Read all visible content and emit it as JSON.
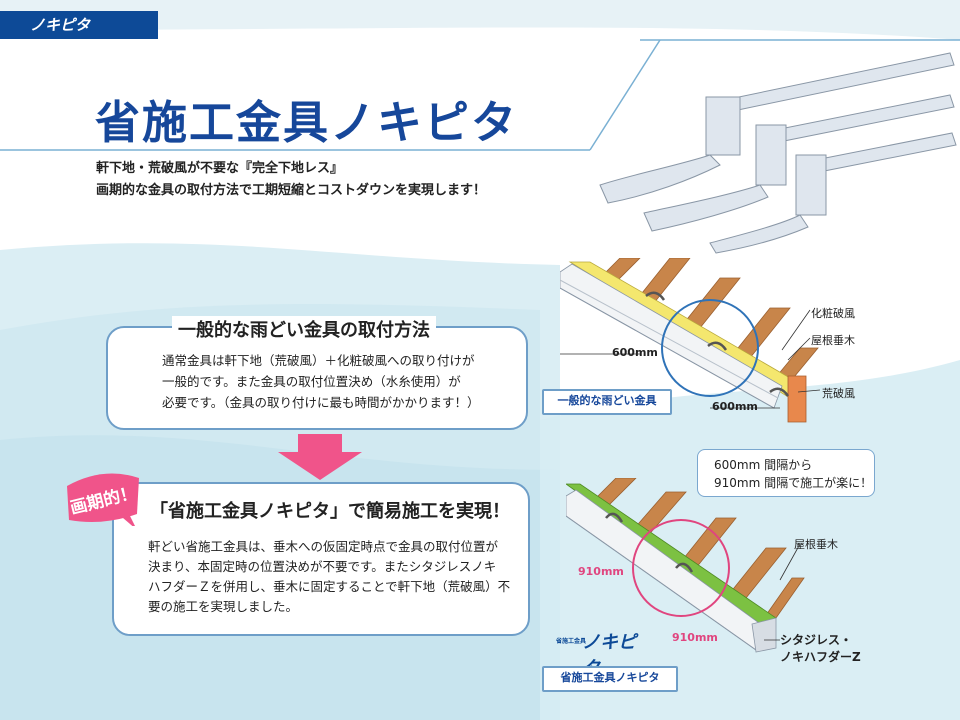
{
  "tag": "ノキピタ",
  "title": "省施工金具ノキピタ",
  "lead": [
    "軒下地・荒破風が不要な『完全下地レス』",
    "画期的な金具の取付方法で工期短縮とコストダウンを実現します！"
  ],
  "box1": {
    "title": "一般的な雨どい金具の取付方法",
    "lines": [
      "通常金具は軒下地（荒破風）＋化粧破風への取り付けが",
      "一般的です。また金具の取付位置決め（水糸使用）が",
      "必要です。（金具の取り付けに最も時間がかかります！）"
    ]
  },
  "badge": "画期的！",
  "box2": {
    "title": "「省施工金具ノキピタ」で簡易施工を実現！",
    "lines": [
      "軒どい省施工金具は、垂木への仮固定時点で金具の取付位置が",
      "決まり、本固定時の位置決めが不要です。またシタジレスノキ",
      "ハフダーＺを併用し、垂木に固定することで軒下地（荒破風）不",
      "要の施工を実現しました。"
    ]
  },
  "diagram1": {
    "label_fascia": "化粧破風",
    "label_rafter": "屋根垂木",
    "label_board": "荒破風",
    "dim_a": "600mm",
    "dim_b": "600mm",
    "caption": "一般的な雨どい金具"
  },
  "callout": [
    "600mm 間隔から",
    "910mm 間隔で施工が楽に！"
  ],
  "diagram2": {
    "label_rafter": "屋根垂木",
    "dim_a": "910mm",
    "dim_b": "910mm",
    "product_label": "シタジレス・\nノキハフダーZ",
    "logo_small": "省施工金具",
    "logo_big": "ノキピタ",
    "caption": "省施工金具ノキピタ"
  },
  "colors": {
    "brand_blue": "#0d4a97",
    "pink": "#f0548a",
    "ring_blue": "#2f73b8",
    "ring_pink": "#e0457f",
    "green": "#7cc142",
    "yellow": "#f4e76e",
    "wood": "#c8854a"
  }
}
